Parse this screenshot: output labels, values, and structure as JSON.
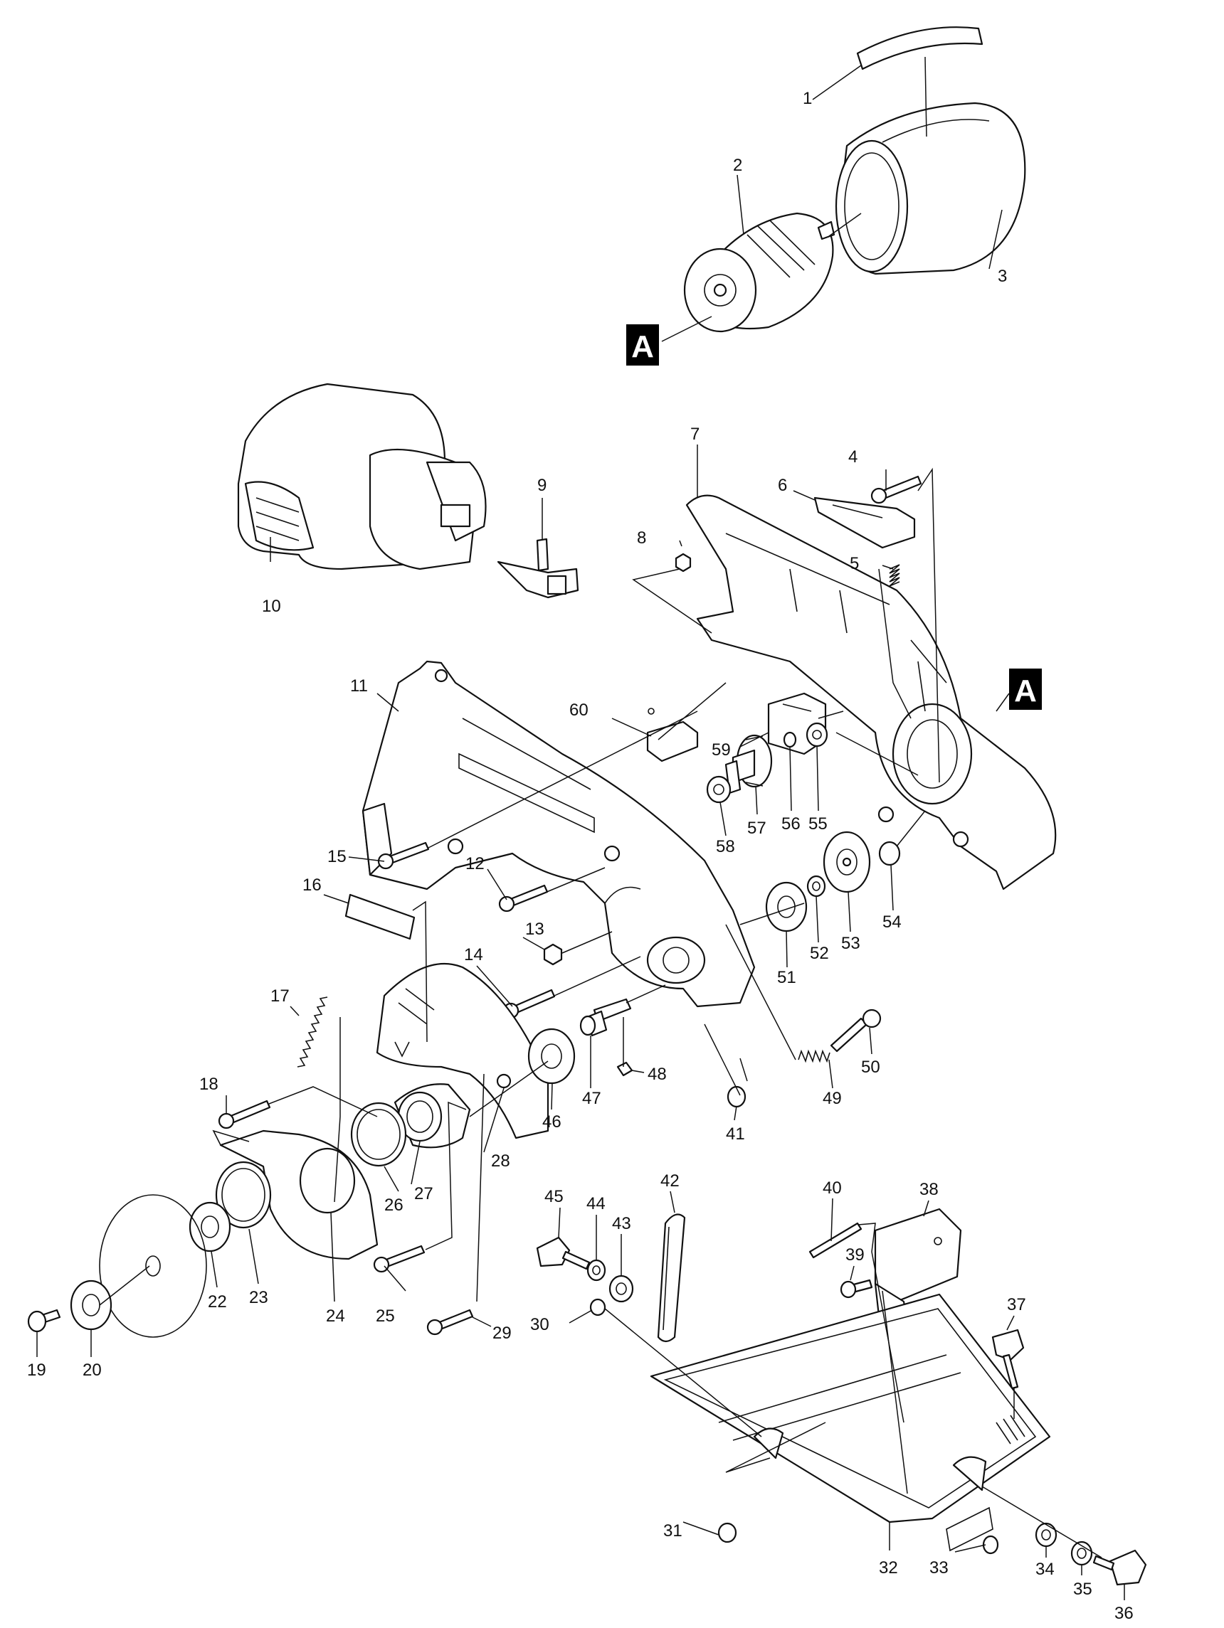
{
  "diagram": {
    "colors": {
      "line": "#111111",
      "background": "#ffffff",
      "reference_box": "#000000"
    },
    "reference_marks": [
      {
        "id": "ref-a-motor",
        "label": "A"
      },
      {
        "id": "ref-a-housing",
        "label": "A"
      }
    ],
    "parts": [
      {
        "id": "1",
        "label": "1"
      },
      {
        "id": "2",
        "label": "2"
      },
      {
        "id": "3",
        "label": "3"
      },
      {
        "id": "4",
        "label": "4"
      },
      {
        "id": "5",
        "label": "5"
      },
      {
        "id": "6",
        "label": "6"
      },
      {
        "id": "7",
        "label": "7"
      },
      {
        "id": "8",
        "label": "8"
      },
      {
        "id": "9",
        "label": "9"
      },
      {
        "id": "10",
        "label": "10"
      },
      {
        "id": "11",
        "label": "11"
      },
      {
        "id": "12",
        "label": "12"
      },
      {
        "id": "13",
        "label": "13"
      },
      {
        "id": "14",
        "label": "14"
      },
      {
        "id": "15",
        "label": "15"
      },
      {
        "id": "16",
        "label": "16"
      },
      {
        "id": "17",
        "label": "17"
      },
      {
        "id": "18",
        "label": "18"
      },
      {
        "id": "19",
        "label": "19"
      },
      {
        "id": "20",
        "label": "20"
      },
      {
        "id": "22",
        "label": "22"
      },
      {
        "id": "23",
        "label": "23"
      },
      {
        "id": "24",
        "label": "24"
      },
      {
        "id": "25",
        "label": "25"
      },
      {
        "id": "26",
        "label": "26"
      },
      {
        "id": "27",
        "label": "27"
      },
      {
        "id": "28",
        "label": "28"
      },
      {
        "id": "29",
        "label": "29"
      },
      {
        "id": "30",
        "label": "30"
      },
      {
        "id": "31",
        "label": "31"
      },
      {
        "id": "32",
        "label": "32"
      },
      {
        "id": "33",
        "label": "33"
      },
      {
        "id": "34",
        "label": "34"
      },
      {
        "id": "35",
        "label": "35"
      },
      {
        "id": "36",
        "label": "36"
      },
      {
        "id": "37",
        "label": "37"
      },
      {
        "id": "38",
        "label": "38"
      },
      {
        "id": "39",
        "label": "39"
      },
      {
        "id": "40",
        "label": "40"
      },
      {
        "id": "41",
        "label": "41"
      },
      {
        "id": "42",
        "label": "42"
      },
      {
        "id": "43",
        "label": "43"
      },
      {
        "id": "44",
        "label": "44"
      },
      {
        "id": "45",
        "label": "45"
      },
      {
        "id": "46",
        "label": "46"
      },
      {
        "id": "47",
        "label": "47"
      },
      {
        "id": "48",
        "label": "48"
      },
      {
        "id": "49",
        "label": "49"
      },
      {
        "id": "50",
        "label": "50"
      },
      {
        "id": "51",
        "label": "51"
      },
      {
        "id": "52",
        "label": "52"
      },
      {
        "id": "53",
        "label": "53"
      },
      {
        "id": "54",
        "label": "54"
      },
      {
        "id": "55",
        "label": "55"
      },
      {
        "id": "56",
        "label": "56"
      },
      {
        "id": "57",
        "label": "57"
      },
      {
        "id": "58",
        "label": "58"
      },
      {
        "id": "59",
        "label": "59"
      },
      {
        "id": "60",
        "label": "60"
      }
    ]
  }
}
